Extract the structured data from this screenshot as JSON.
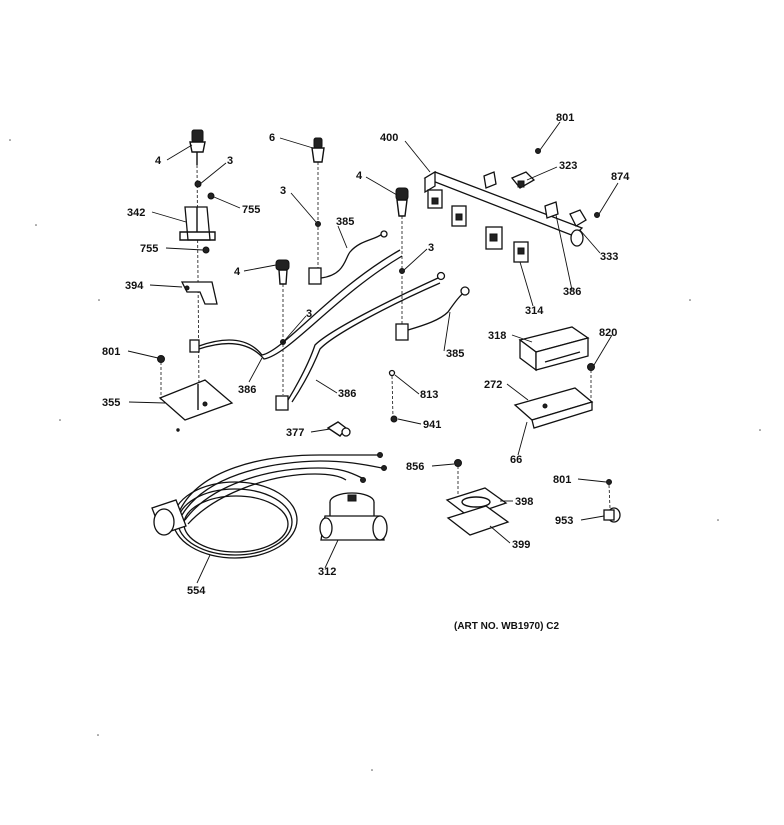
{
  "diagram": {
    "labels": [
      {
        "id": "p-4a",
        "text": "4"
      },
      {
        "id": "p-3a",
        "text": "3"
      },
      {
        "id": "p-6",
        "text": "6"
      },
      {
        "id": "p-400",
        "text": "400"
      },
      {
        "id": "p-801a",
        "text": "801"
      },
      {
        "id": "p-323",
        "text": "323"
      },
      {
        "id": "p-874",
        "text": "874"
      },
      {
        "id": "p-4b",
        "text": "4"
      },
      {
        "id": "p-3b",
        "text": "3"
      },
      {
        "id": "p-342",
        "text": "342"
      },
      {
        "id": "p-755a",
        "text": "755"
      },
      {
        "id": "p-385a",
        "text": "385"
      },
      {
        "id": "p-3c",
        "text": "3"
      },
      {
        "id": "p-333",
        "text": "333"
      },
      {
        "id": "p-755b",
        "text": "755"
      },
      {
        "id": "p-4c",
        "text": "4"
      },
      {
        "id": "p-386a",
        "text": "386"
      },
      {
        "id": "p-394",
        "text": "394"
      },
      {
        "id": "p-314",
        "text": "314"
      },
      {
        "id": "p-3d",
        "text": "3"
      },
      {
        "id": "p-318",
        "text": "318"
      },
      {
        "id": "p-820",
        "text": "820"
      },
      {
        "id": "p-801b",
        "text": "801"
      },
      {
        "id": "p-385b",
        "text": "385"
      },
      {
        "id": "p-386b",
        "text": "386"
      },
      {
        "id": "p-813",
        "text": "813"
      },
      {
        "id": "p-272",
        "text": "272"
      },
      {
        "id": "p-386c",
        "text": "386"
      },
      {
        "id": "p-355",
        "text": "355"
      },
      {
        "id": "p-941",
        "text": "941"
      },
      {
        "id": "p-377",
        "text": "377"
      },
      {
        "id": "p-66",
        "text": "66"
      },
      {
        "id": "p-856",
        "text": "856"
      },
      {
        "id": "p-801c",
        "text": "801"
      },
      {
        "id": "p-398",
        "text": "398"
      },
      {
        "id": "p-953",
        "text": "953"
      },
      {
        "id": "p-312",
        "text": "312"
      },
      {
        "id": "p-399",
        "text": "399"
      },
      {
        "id": "p-554",
        "text": "554"
      }
    ],
    "art_number": "(ART NO. WB1970) C2"
  }
}
